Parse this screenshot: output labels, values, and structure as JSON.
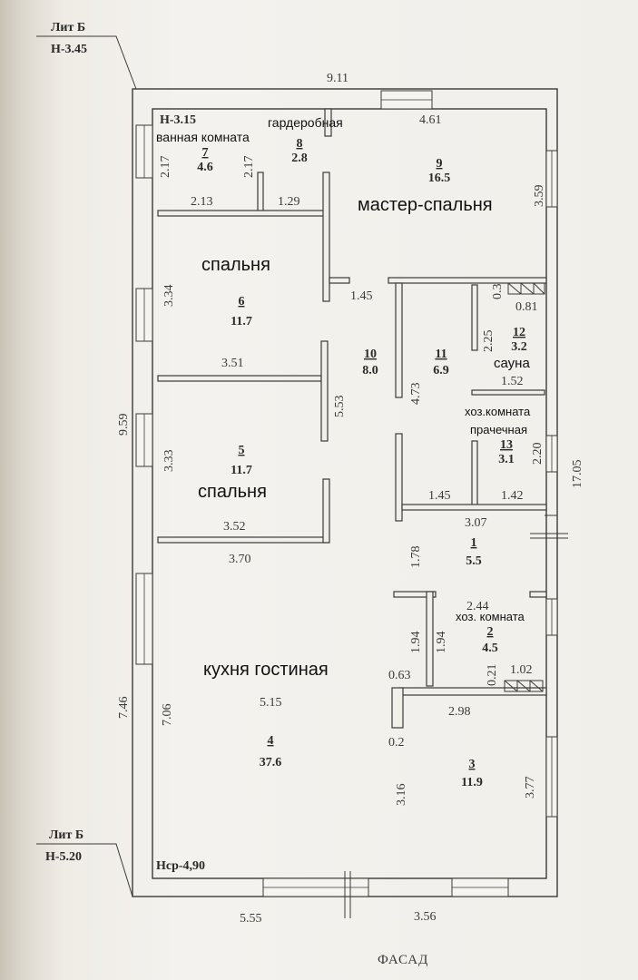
{
  "stamps": {
    "top_lit": "Лит Б",
    "top_level": "Н-3.45",
    "bottom_lit": "Лит Б",
    "bottom_level": "Н-5.20",
    "inner_level": "Н-3.15",
    "floor_level": "Нср-4,90"
  },
  "overall_dims": {
    "top_width": "9.11",
    "left_height": "9.59",
    "left_lower": "7.46",
    "right_height": "17.05",
    "bottom_left": "5.55",
    "bottom_right": "3.56"
  },
  "facade_label": "ФАСАД",
  "rooms": [
    {
      "number": "7",
      "area": "4.6",
      "label": "ванная комната"
    },
    {
      "number": "8",
      "area": "2.8",
      "label": "гардеробная"
    },
    {
      "number": "9",
      "area": "16.5",
      "label": "мастер-спальня"
    },
    {
      "number": "6",
      "area": "11.7",
      "label": "спальня"
    },
    {
      "number": "10",
      "area": "8.0",
      "label": ""
    },
    {
      "number": "11",
      "area": "6.9",
      "label": ""
    },
    {
      "number": "12",
      "area": "3.2",
      "label": "сауна"
    },
    {
      "number": "5",
      "area": "11.7",
      "label": "спальня"
    },
    {
      "number": "13",
      "area": "3.1",
      "label": "хоз.комната прачечная"
    },
    {
      "number": "1",
      "area": "5.5",
      "label": ""
    },
    {
      "number": "2",
      "area": "4.5",
      "label": "хоз. комната"
    },
    {
      "number": "4",
      "area": "37.6",
      "label": "кухня гостиная"
    },
    {
      "number": "3",
      "area": "11.9",
      "label": ""
    }
  ],
  "room13_label_line2": "прачечная",
  "room13_label_line1": "хоз.комната",
  "dimensions": [
    "2.17",
    "2.17",
    "4.61",
    "3.59",
    "2.13",
    "1.29",
    "3.34",
    "1.45",
    "0.3",
    "0.81",
    "2.25",
    "3.51",
    "5.53",
    "4.73",
    "1.52",
    "3.33",
    "2.20",
    "1.45",
    "1.42",
    "3.52",
    "3.07",
    "3.70",
    "1.78",
    "2.44",
    "1.94",
    "1.94",
    "0.63",
    "0.21",
    "1.02",
    "7.06",
    "5.15",
    "2.98",
    "0.2",
    "3.16",
    "3.77"
  ]
}
